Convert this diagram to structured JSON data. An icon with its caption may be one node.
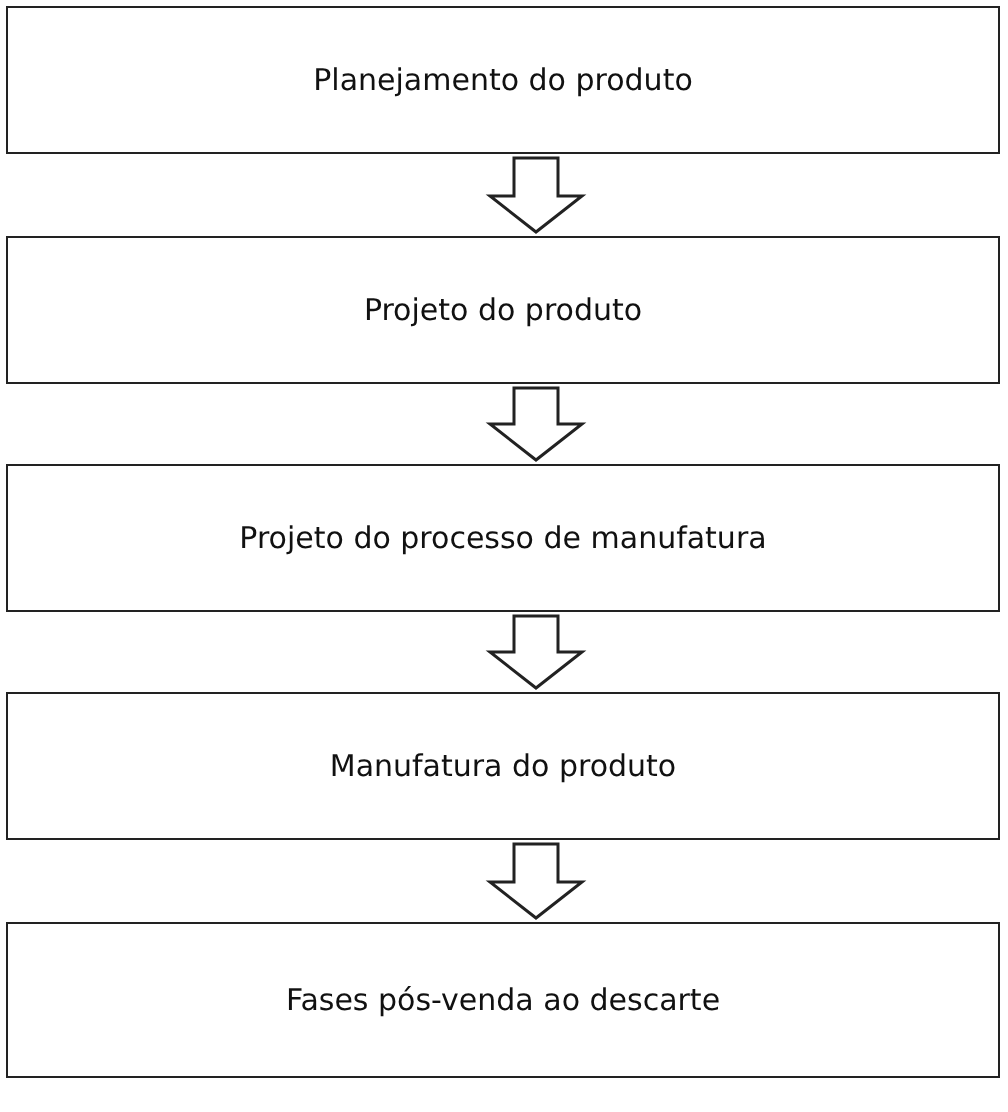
{
  "diagram": {
    "nodes": [
      {
        "text": [
          "Planejamento do produto"
        ]
      },
      {
        "text": [
          "Projeto do produto"
        ]
      },
      {
        "text": [
          "Projeto do processo de manufatura"
        ]
      },
      {
        "text": [
          "Manufatura do produto"
        ]
      },
      {
        "text": [
          "Fases pós-venda ao descarte"
        ]
      }
    ],
    "edges": [
      {
        "from": 0,
        "to": 1,
        "arrow": "to"
      },
      {
        "from": 1,
        "to": 2,
        "arrow": "to"
      },
      {
        "from": 2,
        "to": 3,
        "arrow": "to"
      },
      {
        "from": 3,
        "to": 4,
        "arrow": "to"
      }
    ]
  }
}
